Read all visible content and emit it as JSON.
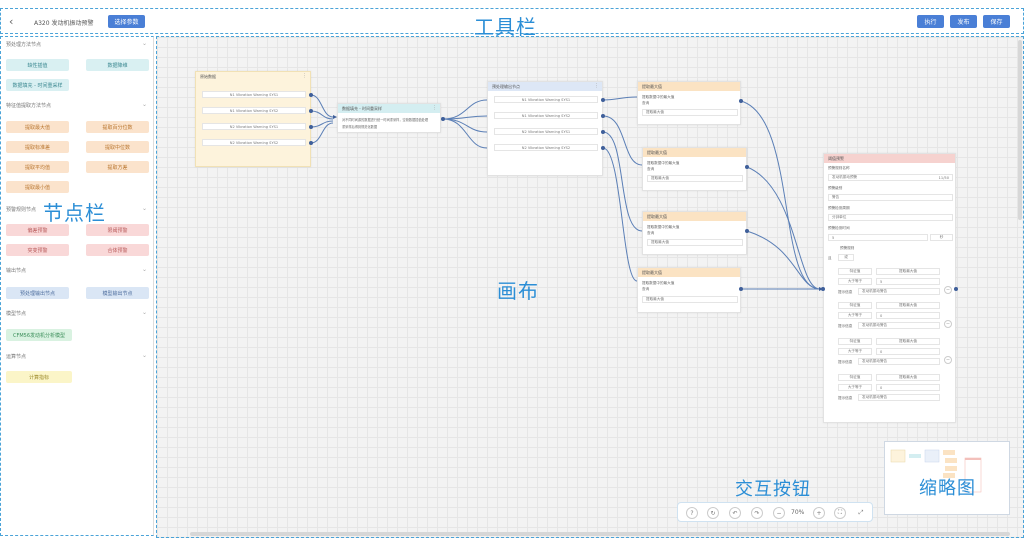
{
  "toolbar": {
    "title": "A320 发动机振动预警",
    "select_params": "选择参数",
    "run": "执行",
    "publish": "发布",
    "save": "保存",
    "annotation": "工具栏"
  },
  "sidebar": {
    "annotation": "节点栏",
    "groups": [
      {
        "title": "预处理方法节点",
        "items": [
          "缺性插值",
          "数据降维",
          "数据填充 - 时间重采样"
        ]
      },
      {
        "title": "特征值提取方法节点",
        "items": [
          "提取最大值",
          "提取百分位数",
          "提取标准差",
          "提取中位数",
          "提取平均值",
          "提取方差",
          "提取最小值"
        ]
      },
      {
        "title": "预警规则节点",
        "items": [
          "偏差预警",
          "限阈预警",
          "突变预警",
          "合体预警"
        ]
      },
      {
        "title": "输出节点",
        "items": [
          "预处理输出节点",
          "模型输出节点"
        ]
      },
      {
        "title": "模型节点",
        "items": [
          "CFM56发动机分析模型"
        ]
      },
      {
        "title": "运算节点",
        "items": [
          "计算指标"
        ]
      }
    ]
  },
  "canvas": {
    "annotation": "画布",
    "source_node": {
      "title": "原始数据",
      "rows": [
        "N1 Vibration Warning SYS1",
        "N1 Vibration Warning SYS2",
        "N2 Vibration Warning SYS1",
        "N2 Vibration Warning SYS2"
      ]
    },
    "fill_node": {
      "title": "数据填充 - 时间重采样",
      "desc1": "对不同时间源的数据进行统一时间重采样，空缺数据插值处理",
      "desc2": "重采样后得到规范化数据"
    },
    "preout_node": {
      "title": "预处理输出节点",
      "rows": [
        "N1 Vibration Warning SYS1",
        "N1 Vibration Warning SYS2",
        "N2 Vibration Warning SYS1",
        "N2 Vibration Warning SYS2"
      ]
    },
    "max_nodes": [
      {
        "title": "提取最大值",
        "l1": "提取数据中的最大值",
        "l2": "查询",
        "box": "提取最大值"
      },
      {
        "title": "提取最大值",
        "l1": "提取数据中的最大值",
        "l2": "查询",
        "box": "提取最大值"
      },
      {
        "title": "提取最大值",
        "l1": "提取数据中的最大值",
        "l2": "查询",
        "box": "提取最大值"
      },
      {
        "title": "提取最大值",
        "l1": "提取数据中的最大值",
        "l2": "查询",
        "box": "提取最大值"
      }
    ],
    "alert_node": {
      "title": "阈值预警",
      "name_label": "预警规则名称",
      "name_value": "发动机振动预警",
      "name_count": "11/50",
      "level_label": "预警级别",
      "level_value": "警告",
      "period_label": "预警检测周期",
      "period_value": "分钟单位",
      "interval_label": "预警检测时间",
      "interval_value": "5",
      "interval_unit": "秒",
      "rule_label": "预警规则",
      "cond_label": "且",
      "cond_value": "或",
      "rules": [
        {
          "a": "特征值",
          "b": "提取最大值",
          "op": "大于等于",
          "v": "5",
          "hint_label": "提示信息",
          "hint": "发动机振动警告"
        },
        {
          "a": "特征值",
          "b": "提取最大值",
          "op": "大于等于",
          "v": "0",
          "hint_label": "提示信息",
          "hint": "发动机振动警告"
        },
        {
          "a": "特征值",
          "b": "提取最大值",
          "op": "大于等于",
          "v": "0",
          "hint_label": "提示信息",
          "hint": "发动机振动警告"
        },
        {
          "a": "特征值",
          "b": "提取最大值",
          "op": "大于等于",
          "v": "0",
          "hint_label": "提示信息",
          "hint": "发动机振动警告"
        }
      ]
    }
  },
  "controls": {
    "annotation": "交互按钮",
    "zoom": "70%"
  },
  "minimap": {
    "annotation": "缩略图"
  },
  "icons": [
    "back-icon",
    "help-icon",
    "refresh-icon",
    "undo-icon",
    "redo-icon",
    "zoom-out-icon",
    "zoom-in-icon",
    "fit-icon",
    "fullscreen-icon",
    "chevron-down-icon",
    "kebab-icon"
  ]
}
